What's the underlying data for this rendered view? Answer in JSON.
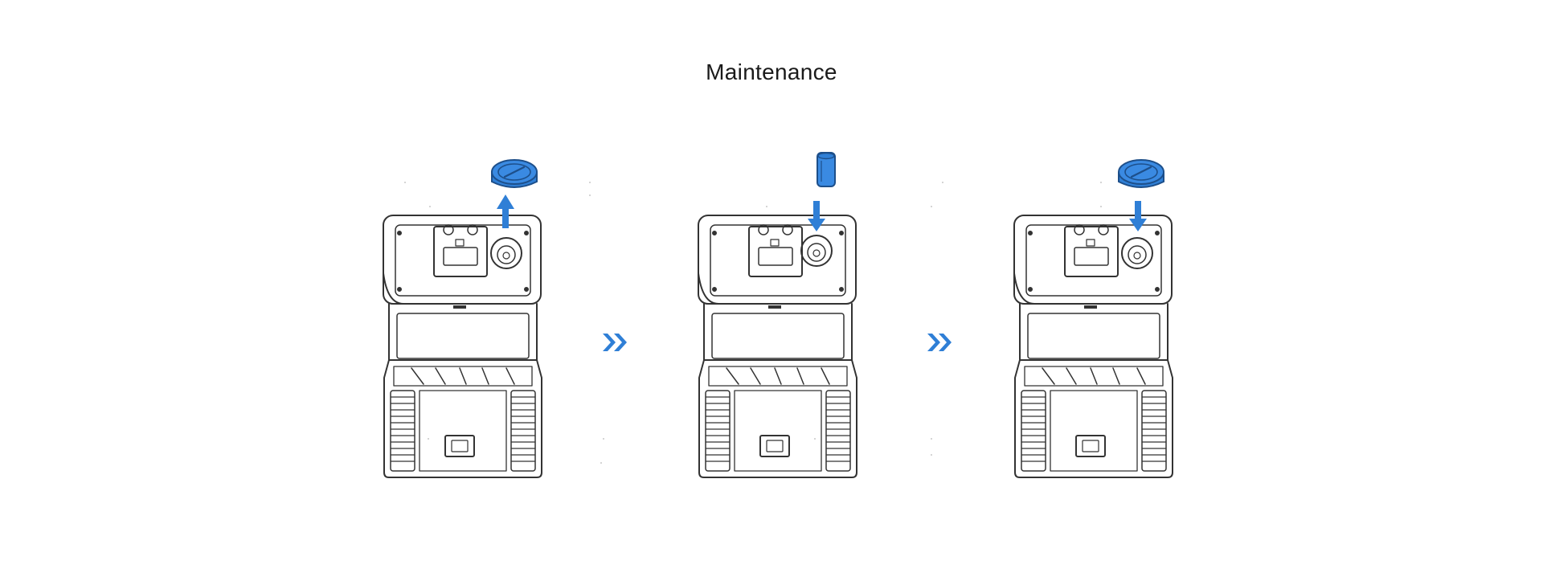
{
  "page": {
    "title": "Maintenance",
    "accent_color": "#2f7fd6",
    "line_color": "#333333"
  },
  "steps": [
    {
      "part": "filter-cap",
      "action": "remove",
      "arrow_direction": "up"
    },
    {
      "part": "filter-cartridge",
      "action": "insert",
      "arrow_direction": "down"
    },
    {
      "part": "filter-cap",
      "action": "install",
      "arrow_direction": "down"
    }
  ],
  "connectors": [
    {
      "icon": "double-chevron-right-icon"
    },
    {
      "icon": "double-chevron-right-icon"
    }
  ]
}
